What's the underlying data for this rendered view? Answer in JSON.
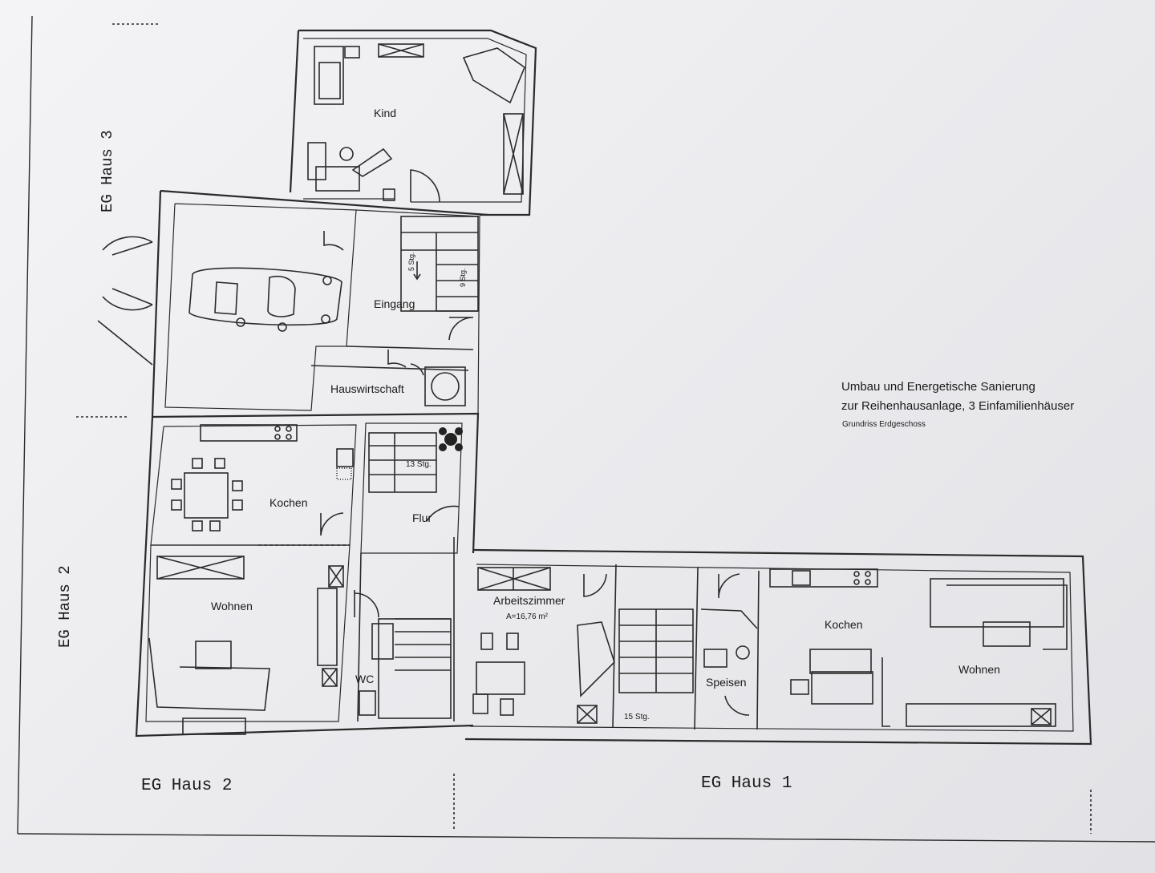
{
  "title": {
    "line1": "Umbau und Energetische Sanierung",
    "line2": "zur Reihenhausanlage, 3 Einfamilienhäuser",
    "subtitle": "Grundriss Erdgeschoss"
  },
  "house_labels": {
    "haus3_vertical": "EG Haus 3",
    "haus2_vertical": "EG Haus 2",
    "haus2_bottom": "EG Haus 2",
    "haus1_bottom": "EG Haus 1"
  },
  "rooms": {
    "kind": "Kind",
    "eingang": "Eingang",
    "hauswirtschaft": "Hauswirtschaft",
    "kochen_h2": "Kochen",
    "wohnen_h2": "Wohnen",
    "flur": "Flur",
    "wc": "WC",
    "arbeitszimmer": "Arbeitszimmer",
    "arbeitszimmer_area": "A=16,76 m²",
    "speisen": "Speisen",
    "kochen_h1": "Kochen",
    "wohnen_h1": "Wohnen"
  },
  "stairs": {
    "s5": "5 Stg.",
    "s9": "9 Stg.",
    "s13": "13 Stg.",
    "s15": "15 Stg."
  },
  "colors": {
    "line": "#2a2a2a",
    "paper": "#efeff2"
  }
}
